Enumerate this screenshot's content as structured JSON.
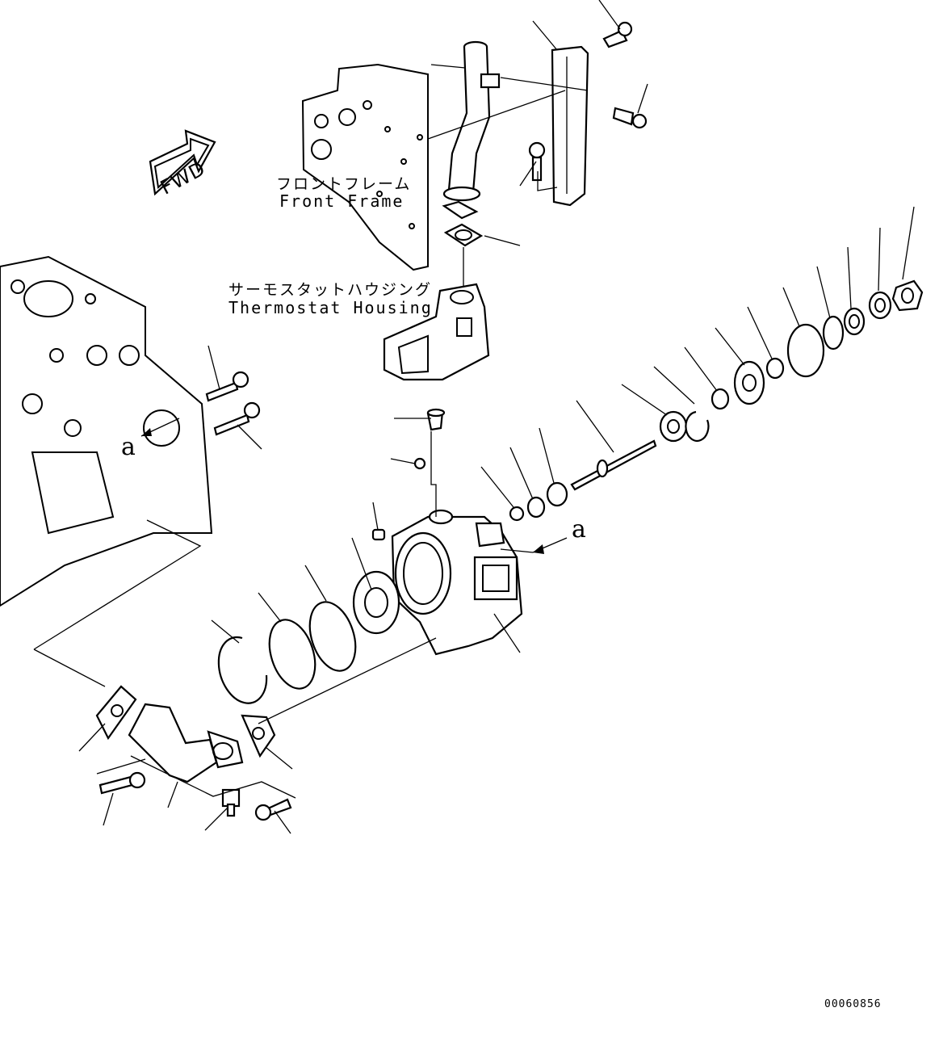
{
  "labels": {
    "front_frame_jp": "フロントフレーム",
    "front_frame_en": "Front Frame",
    "thermostat_jp": "サーモスタットハウジング",
    "thermostat_en": "Thermostat Housing",
    "view_a_left": "a",
    "view_a_right": "a",
    "fwd": "FWD",
    "drawing_number": "00060856"
  }
}
